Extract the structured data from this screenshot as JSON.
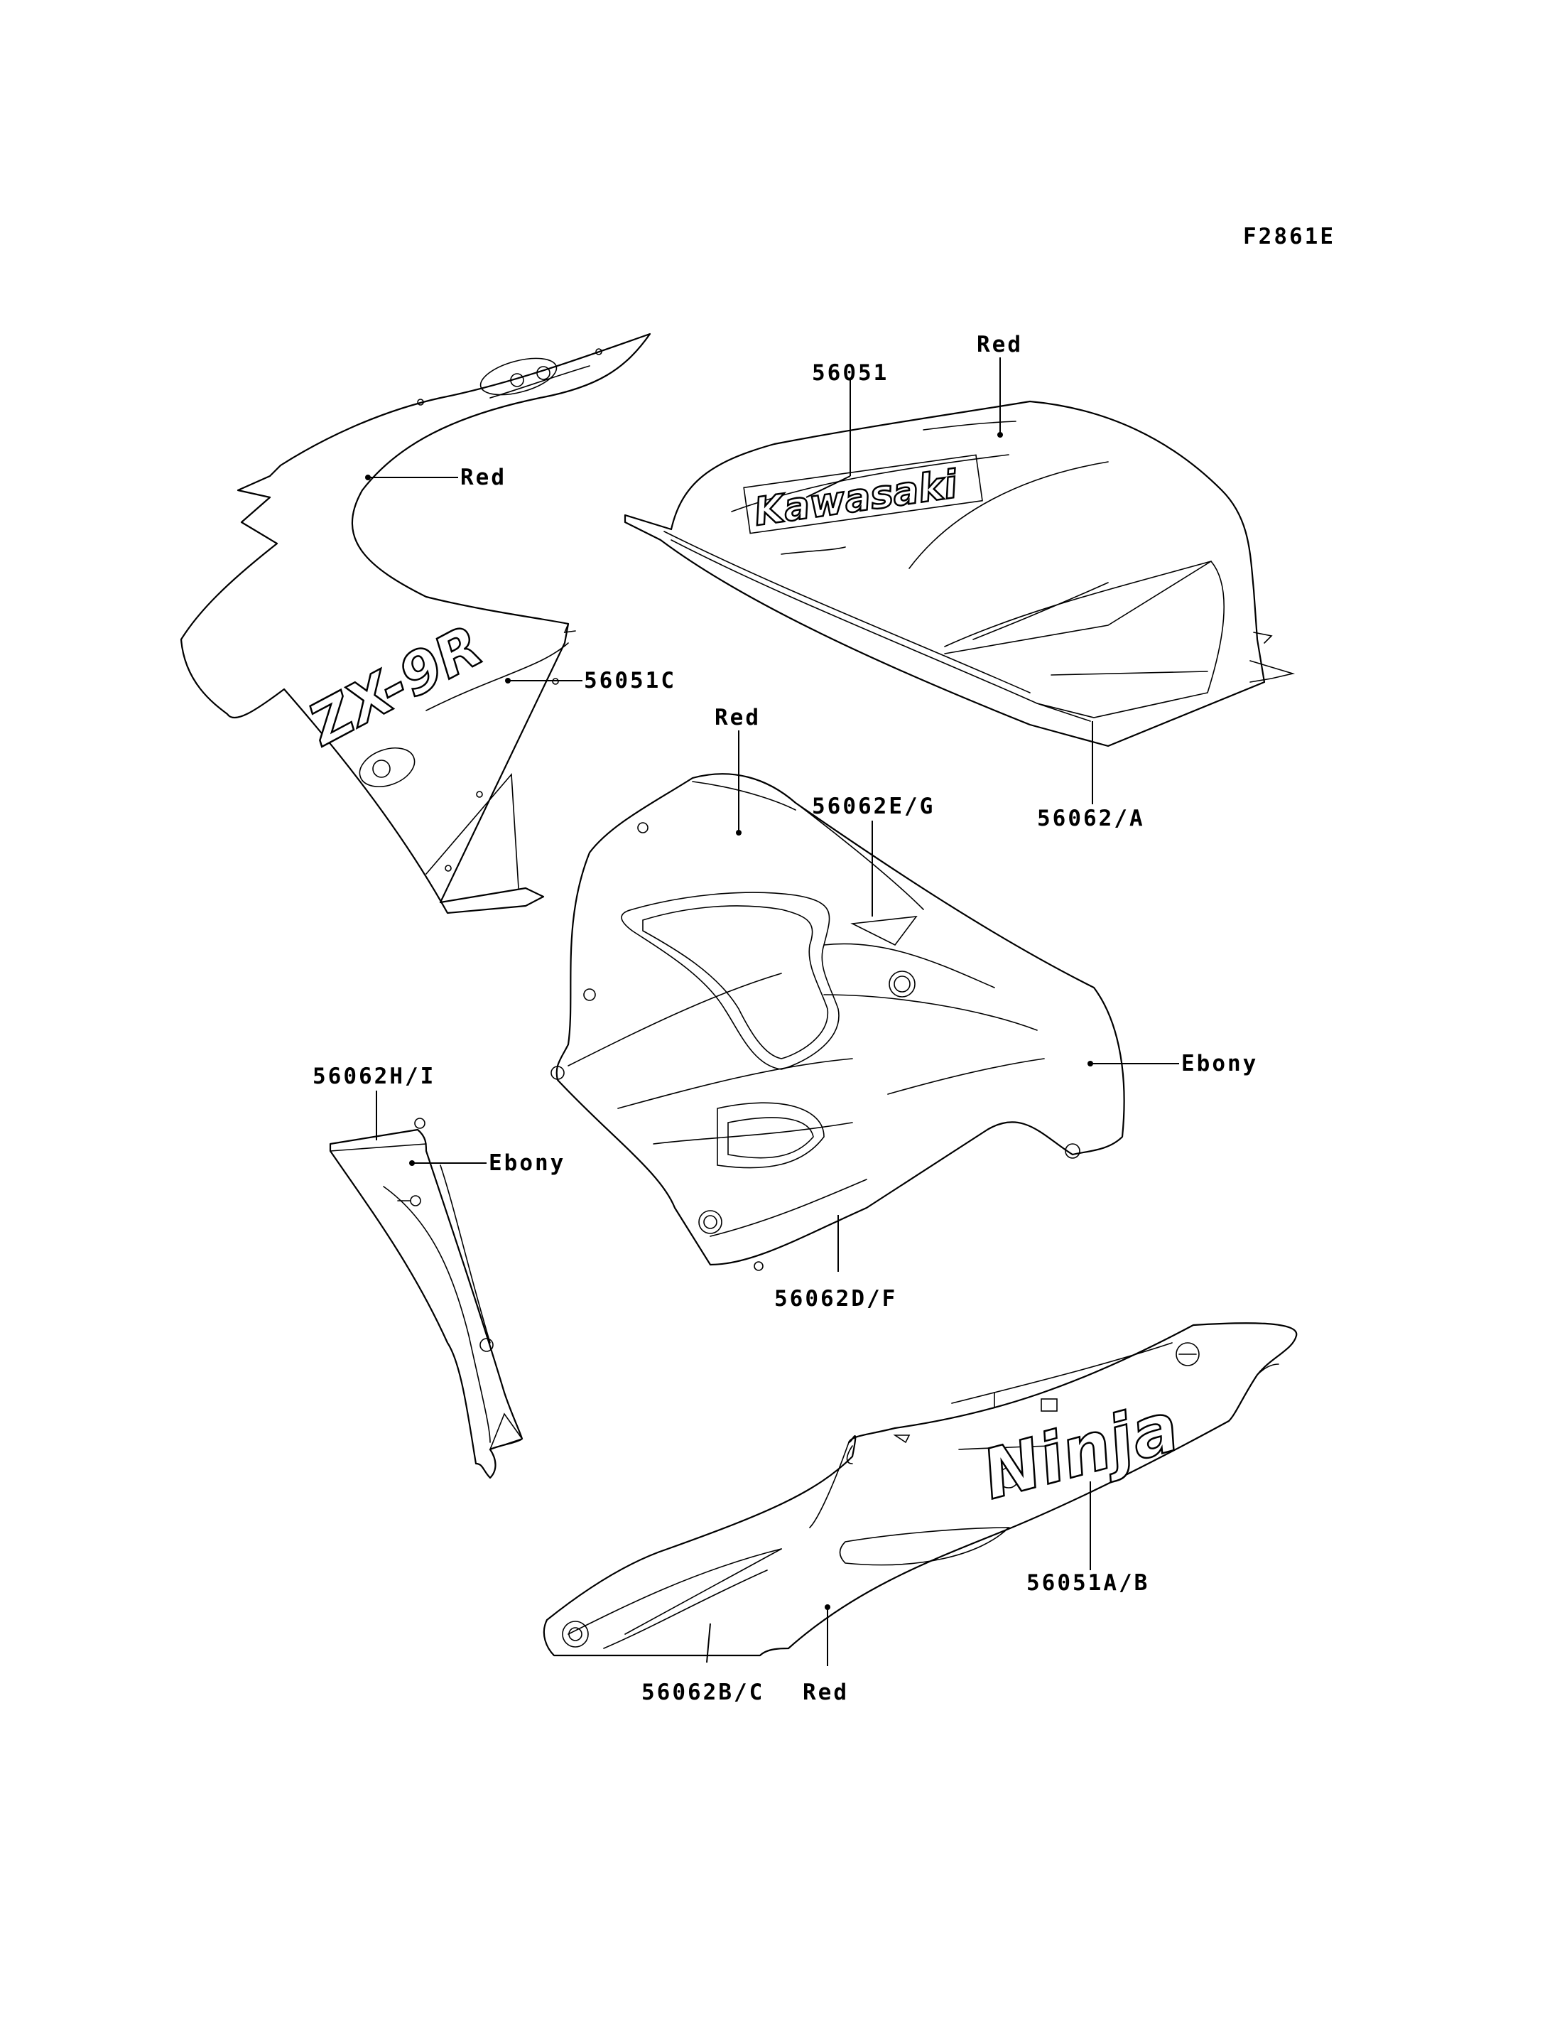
{
  "figure_id": "F2861E",
  "labels": {
    "upper_cowl_color": "Red",
    "zx9r_decal": "56051C",
    "tank_decal_number": "56051",
    "tank_color": "Red",
    "tank_stripe": "56062/A",
    "middle_cowl_color": "Red",
    "middle_cowl_upper_stripe": "56062E/G",
    "middle_cowl_ebony": "Ebony",
    "middle_cowl_lower_stripe": "56062D/F",
    "inner_panel_number": "56062H/I",
    "inner_panel_color": "Ebony",
    "ninja_decal": "56051A/B",
    "tail_stripe": "56062B/C",
    "tail_color": "Red"
  },
  "logos": {
    "tank_logo": "Kawasaki",
    "cowl_logo": "ZX-9R",
    "tail_logo": "Ninja"
  }
}
